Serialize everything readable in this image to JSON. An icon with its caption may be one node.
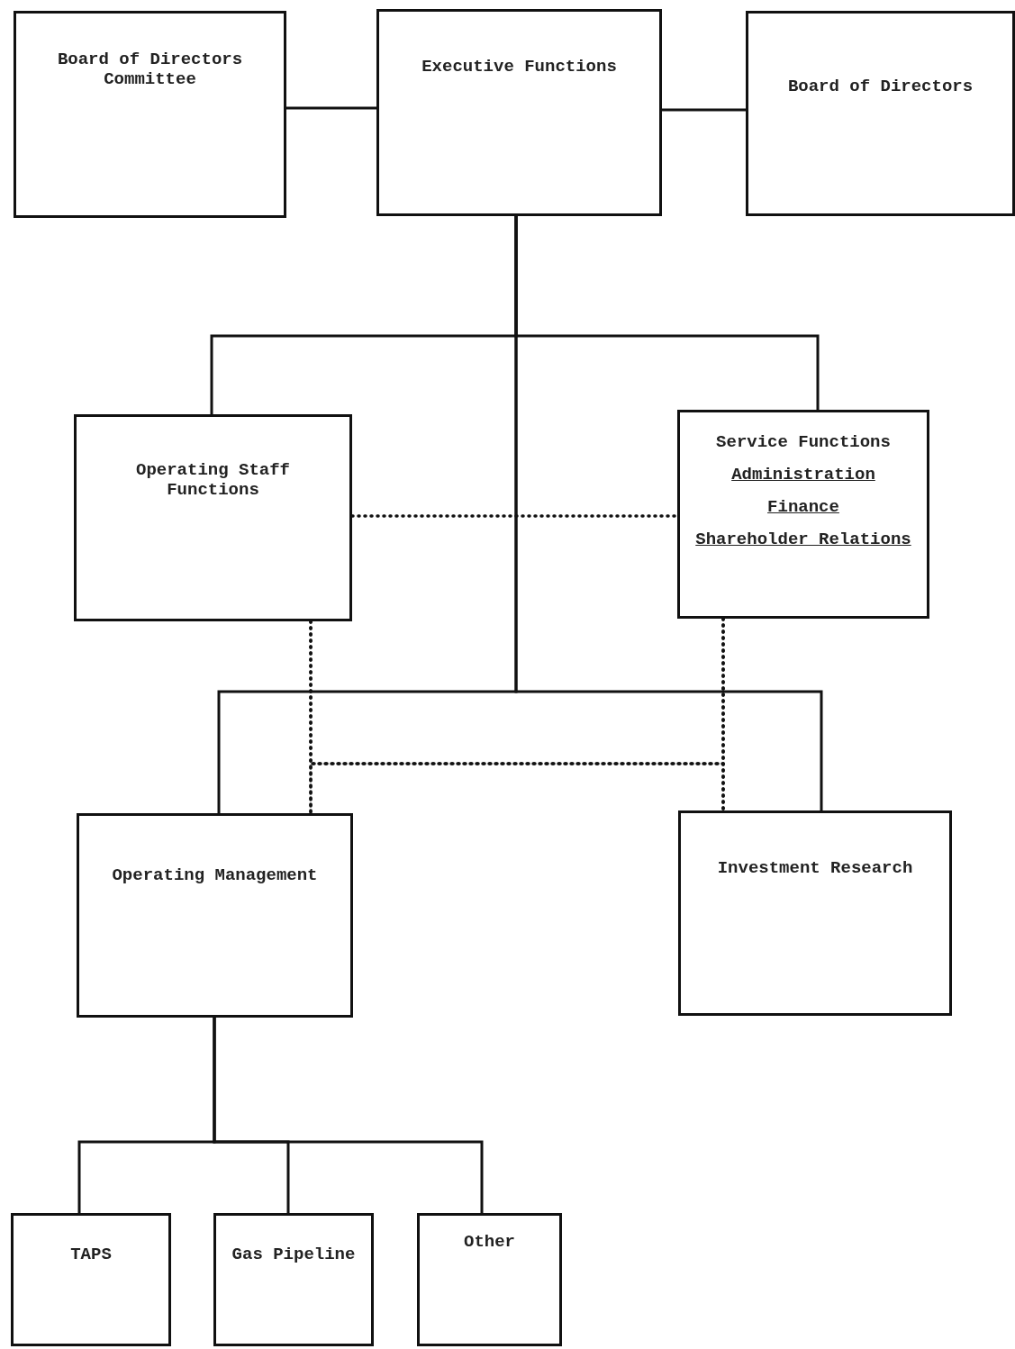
{
  "diagram": {
    "nodes": [
      {
        "text": [
          "Board of Directors Committee"
        ]
      },
      {
        "text": [
          "Executive Functions"
        ]
      },
      {
        "text": [
          "Board of Directors"
        ]
      },
      {
        "text": [
          "Operating Staff Functions"
        ]
      },
      {
        "text": [
          "Service Functions",
          "Administration",
          "Finance",
          "Shareholder Relations"
        ]
      },
      {
        "text": [
          "Operating Management"
        ]
      },
      {
        "text": [
          "Investment Research"
        ]
      },
      {
        "text": [
          "TAPS"
        ]
      },
      {
        "text": [
          "Gas Pipeline"
        ]
      },
      {
        "text": [
          "Other"
        ]
      }
    ],
    "edges": [
      {
        "from": 0,
        "to": 1,
        "arrow": "none"
      },
      {
        "from": 1,
        "to": 2,
        "arrow": "none"
      },
      {
        "from": 1,
        "to": 3,
        "arrow": "none"
      },
      {
        "from": 1,
        "to": 4,
        "arrow": "none"
      },
      {
        "from": 1,
        "to": 5,
        "arrow": "none"
      },
      {
        "from": 1,
        "to": 6,
        "arrow": "none"
      },
      {
        "from": 3,
        "to": 4,
        "arrow": "none",
        "style": "dashed"
      },
      {
        "from": 3,
        "to": 5,
        "arrow": "none",
        "style": "dashed"
      },
      {
        "from": 4,
        "to": 6,
        "arrow": "none",
        "style": "dashed"
      },
      {
        "from": 3,
        "to": 6,
        "arrow": "none",
        "style": "dashed"
      },
      {
        "from": 4,
        "to": 5,
        "arrow": "none",
        "style": "dashed"
      },
      {
        "from": 5,
        "to": 7,
        "arrow": "none"
      },
      {
        "from": 5,
        "to": 8,
        "arrow": "none"
      },
      {
        "from": 5,
        "to": 9,
        "arrow": "none"
      }
    ]
  }
}
